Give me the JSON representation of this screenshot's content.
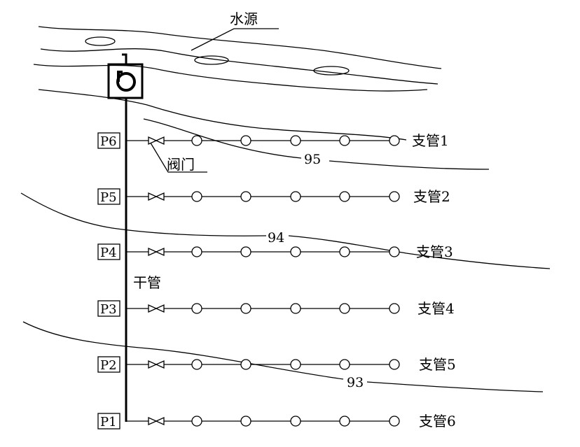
{
  "water_source_label": "水源",
  "valve_label": "阀门",
  "main_pipe_label": "干管",
  "branches": [
    {
      "node": "P6",
      "name": "支管1"
    },
    {
      "node": "P5",
      "name": "支管2"
    },
    {
      "node": "P4",
      "name": "支管3"
    },
    {
      "node": "P3",
      "name": "支管4"
    },
    {
      "node": "P2",
      "name": "支管5"
    },
    {
      "node": "P1",
      "name": "支管6"
    }
  ],
  "contours": [
    "95",
    "94",
    "93"
  ],
  "colors": {
    "line": "#000000",
    "background": "#ffffff"
  }
}
